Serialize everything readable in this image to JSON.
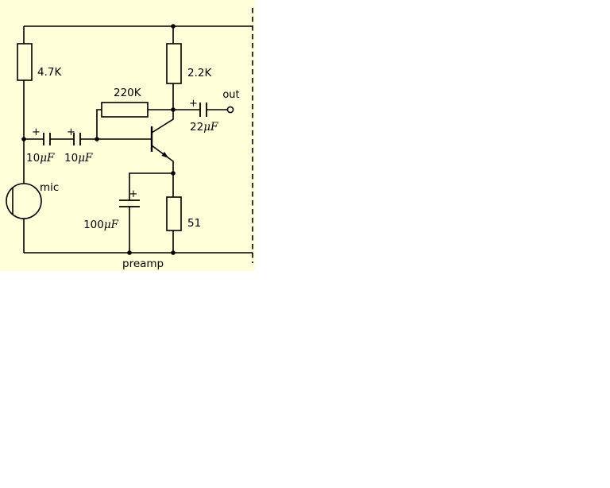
{
  "panel": {
    "bg_color": "#FFFFD9",
    "line_color": "#000000"
  },
  "components": {
    "r_input": {
      "label": "4.7K"
    },
    "r_collector": {
      "label": "2.2K"
    },
    "r_feedback": {
      "label": "220K"
    },
    "r_emitter": {
      "label": "51"
    },
    "c_in1": {
      "polarity": "+",
      "value": "10",
      "unit": "μF"
    },
    "c_in2": {
      "polarity": "+",
      "value": "10",
      "unit": "μF"
    },
    "c_out": {
      "polarity": "+",
      "value": "22",
      "unit": "μF"
    },
    "c_emitter": {
      "polarity": "+",
      "value": "100",
      "unit": "μF"
    },
    "mic": {
      "label": "mic"
    },
    "out": {
      "label": "out"
    }
  },
  "caption": {
    "title": "preamp"
  }
}
